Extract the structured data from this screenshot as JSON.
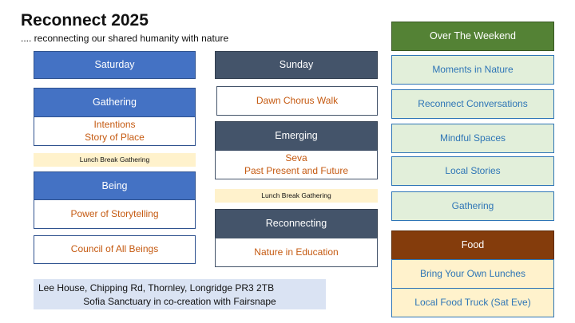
{
  "title": "Reconnect 2025",
  "subtitle": ".... reconnecting our shared humanity with nature",
  "saturday": {
    "header": "Saturday",
    "gathering_header": "Gathering",
    "gathering_items": [
      "Intentions",
      "Story of Place"
    ],
    "lunch": "Lunch Break Gathering",
    "being_header": "Being",
    "being_item": "Power of Storytelling",
    "council": "Council of All Beings"
  },
  "sunday": {
    "header": "Sunday",
    "dawn": "Dawn Chorus Walk",
    "emerging_header": "Emerging",
    "emerging_items": [
      "Seva",
      "Past Present and Future"
    ],
    "lunch": "Lunch Break Gathering",
    "reconnecting_header": "Reconnecting",
    "reconnecting_item": "Nature in Education"
  },
  "weekend": {
    "header": "Over The Weekend",
    "items": [
      "Moments in Nature",
      "Reconnect Conversations",
      "Mindful Spaces",
      "Local Stories",
      "Gathering"
    ]
  },
  "food": {
    "header": "Food",
    "items": [
      "Bring Your Own Lunches",
      "Local Food Truck (Sat Eve)"
    ]
  },
  "venue": {
    "line1": "Lee House, Chipping Rd, Thornley, Longridge PR3 2TB",
    "line2": "Sofia Sanctuary in co-creation with Fairsnape"
  },
  "colors": {
    "saturday_blue": "#4472c4",
    "sunday_slate": "#44546a",
    "weekend_green": "#548235",
    "food_brown": "#843c0c",
    "activity_orange": "#c55a11",
    "weekend_text_blue": "#2e75b6",
    "lunch_cream": "#fff2cc",
    "weekend_fill": "#e2efda",
    "venue_fill": "#dae3f3"
  }
}
